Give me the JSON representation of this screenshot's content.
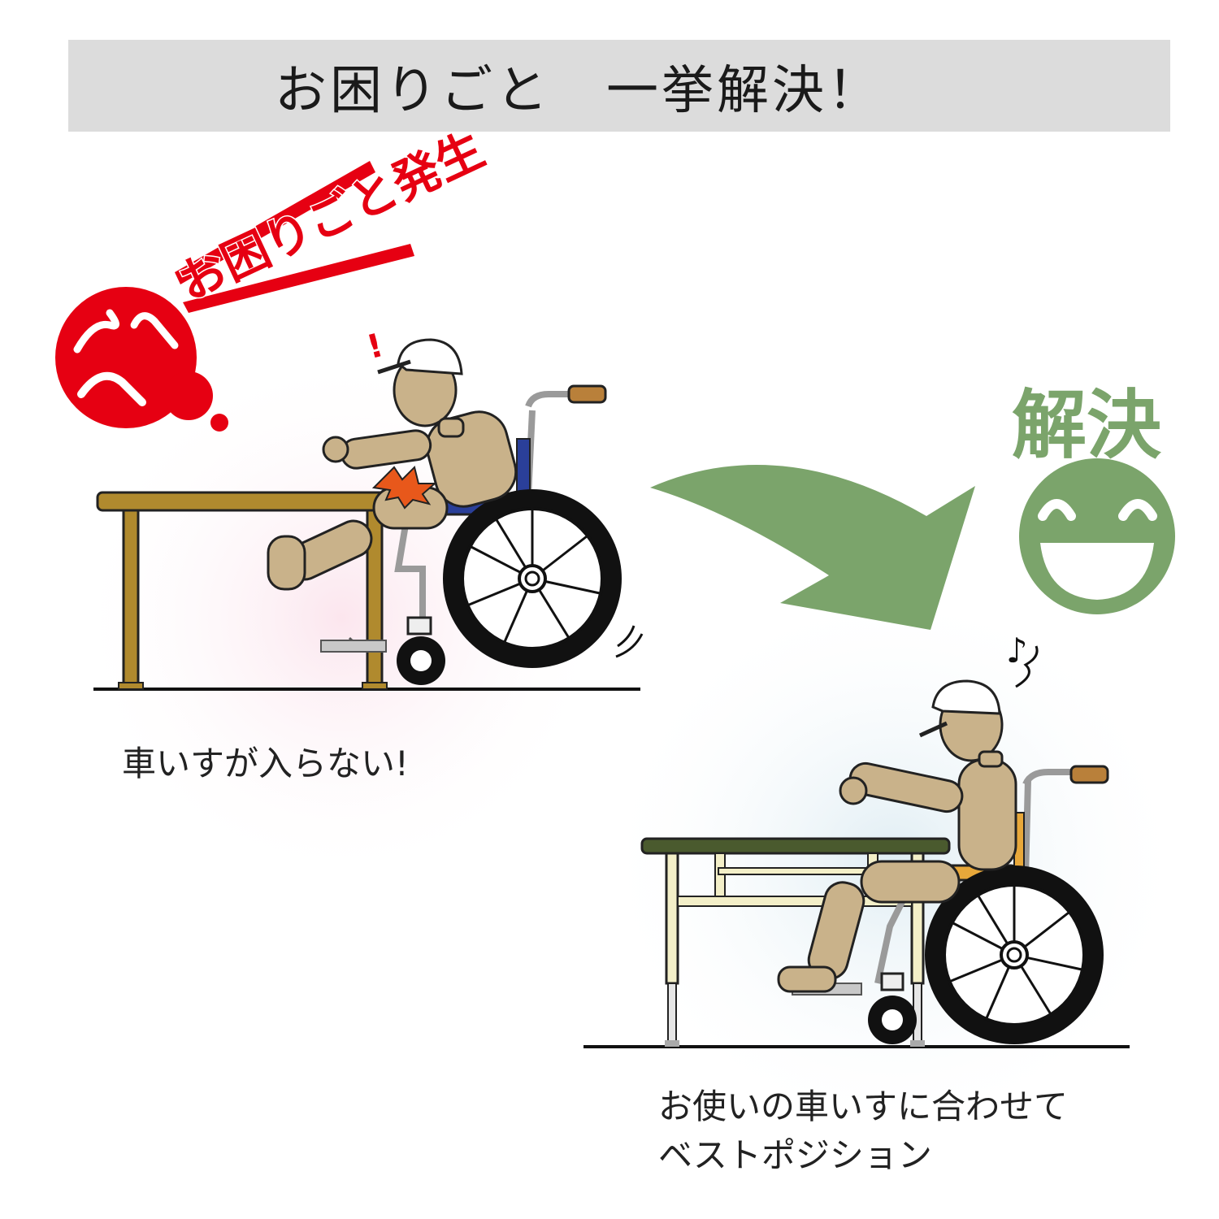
{
  "header": {
    "title": "お困りごと　一挙解決！"
  },
  "problem": {
    "banner": "お困りごと発生",
    "exclaim": "!",
    "caption": "車いすが入らない!"
  },
  "solution": {
    "label": "解決",
    "note": "♪",
    "caption_line1": "お使いの車いすに合わせて",
    "caption_line2": "ベストポジション"
  },
  "colors": {
    "problem_red": "#e60012",
    "solution_green": "#7ba46b",
    "header_bg": "#dcdcdc",
    "skin": "#c9b28a",
    "wood_table": "#b08a2e",
    "dark_table_top": "#4a5a2e"
  },
  "icons": [
    "angry-face-icon",
    "smile-face-icon",
    "curved-arrow-icon",
    "music-note-icon"
  ]
}
